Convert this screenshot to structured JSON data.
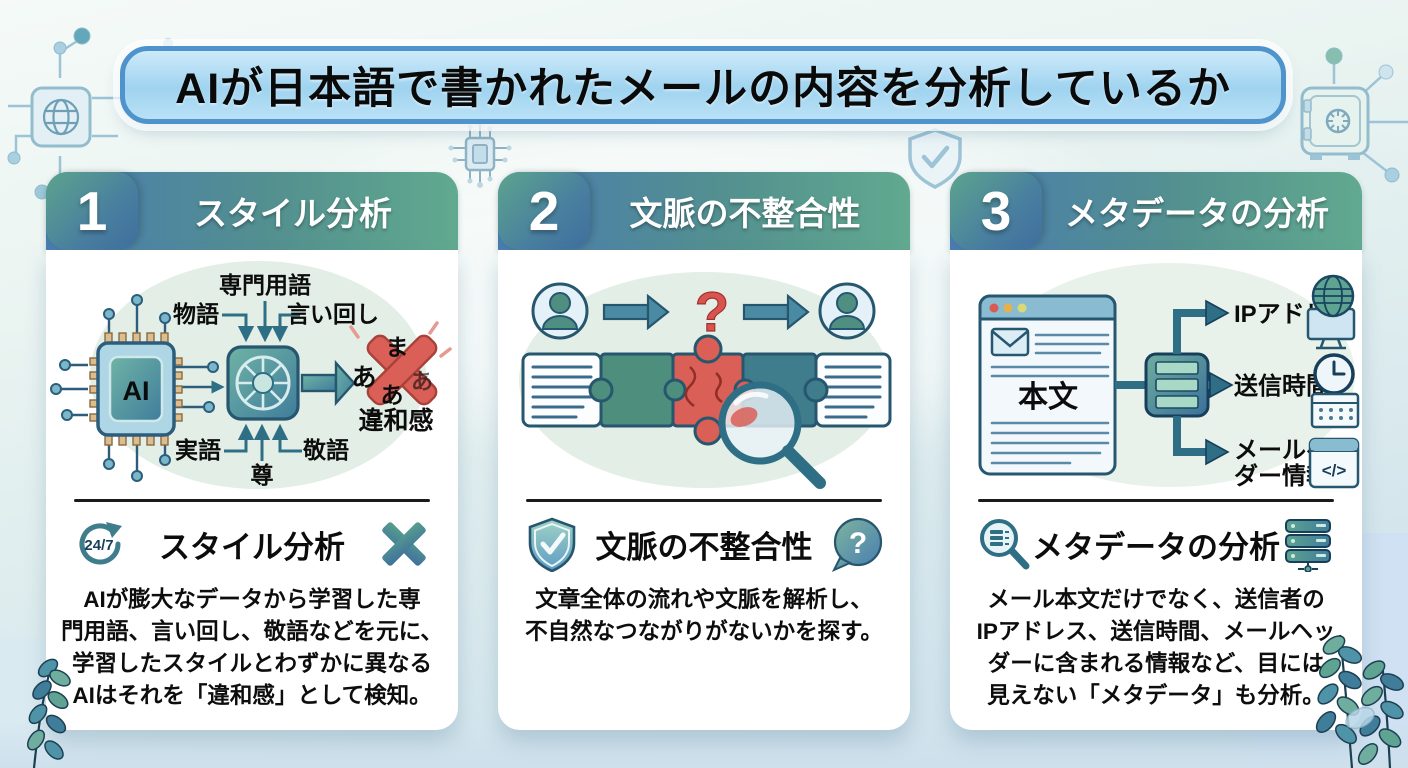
{
  "title": "AIが日本語で書かれたメールの内容を分析しているか",
  "cards": [
    {
      "number": "1",
      "header": "スタイル分析",
      "subtitle": "スタイル分析",
      "icon_left": "24/7",
      "ill": {
        "chip": "AI",
        "top_left": "物語",
        "top_center": "専門用語",
        "top_right": "言い回し",
        "bottom_left": "実語",
        "bottom_center": "尊",
        "bottom_right": "敬語",
        "x_left": "あ",
        "x_top": "ま",
        "x_bottom": "あ",
        "x_right": "あ",
        "x_caption": "違和感"
      },
      "desc": [
        "AIが膨大なデータから学習した専",
        "門用語、言い回し、敬語などを元に、",
        "学習したスタイルとわずかに異なる",
        "AIはそれを「違和感」として検知。"
      ]
    },
    {
      "number": "2",
      "header": "文脈の不整合性",
      "subtitle": "文脈の不整合性",
      "ill": {
        "question": "?"
      },
      "bubble_question": "?",
      "desc": [
        "文章全体の流れや文脈を解析し、",
        "不自然なつながりがないかを探す。"
      ]
    },
    {
      "number": "3",
      "header": "メタデータの分析",
      "subtitle": "メタデータの分析",
      "ill": {
        "body_label": "本文",
        "branch1": "IPアドレス",
        "branch2": "送信時間",
        "branch3a": "メールヘッ",
        "branch3b": "ダー情報",
        "code": "</>"
      },
      "desc": [
        "メール本文だけでなく、送信者の",
        "IPアドレス、送信時間、メールヘッ",
        "ダーに含まれる情報など、目には",
        "見えない「メタデータ」も分析。"
      ]
    }
  ]
}
